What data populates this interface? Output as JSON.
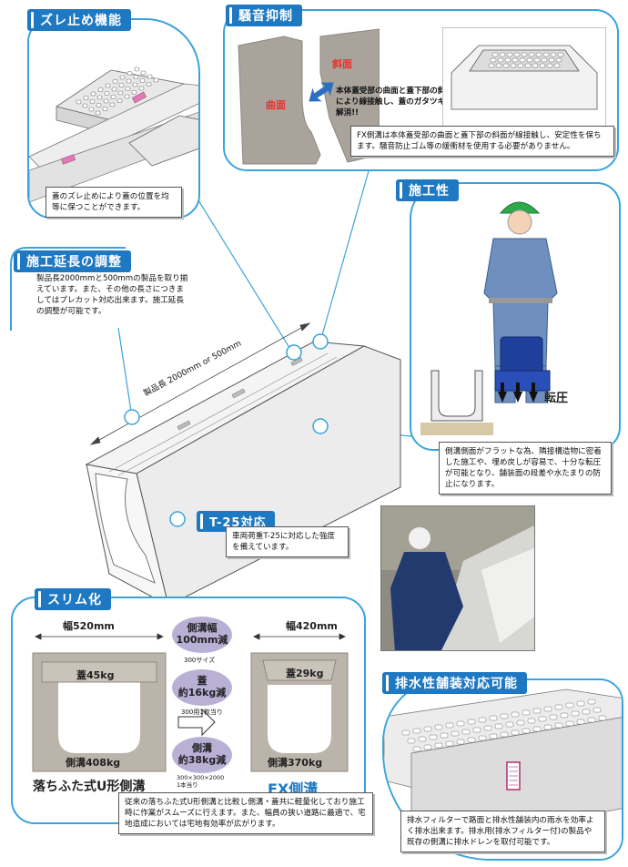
{
  "zure": {
    "title": "ズレ止め機能",
    "note": "蓋のズレ止めにより蓋の位置を均等に保つことができます。"
  },
  "souon": {
    "title": "騒音抑制",
    "label_curve": "曲面",
    "label_slope": "斜面",
    "desc": "本体蓋受部の曲面と蓋下部の斜面により線接触し、蓋のガタツキを解消!!",
    "note": "FX側溝は本体蓋受部の曲面と蓋下部の斜面が線接触し、安定性を保ちます。騒音防止ゴム等の緩衝材を使用する必要がありません。"
  },
  "enchou": {
    "title": "施工延長の調整",
    "note": "製品長2000mmと500mmの製品を取り揃えています。また、その他の長さにつきましてはプレカット対応出来ます。施工延長の調整が可能です。",
    "length_label": "製品長 2000mm or 500mm"
  },
  "sekou": {
    "title": "施工性",
    "press_label": "転圧",
    "note": "側溝側面がフラットな為、隣接構造物に密着した施工や、埋め戻しが容易で、十分な転圧が可能となり、舗装面の段差や水たまりの防止になります。"
  },
  "t25": {
    "title": "T-25対応",
    "note": "車両荷重T-25に対応した強度を備えています。"
  },
  "slim": {
    "title": "スリム化",
    "left": {
      "width": "幅520mm",
      "lid": "蓋45kg",
      "body": "側溝408kg",
      "name": "落ちふた式U形側溝"
    },
    "right": {
      "width": "幅420mm",
      "lid": "蓋29kg",
      "body": "側溝370kg",
      "name": "FX側溝"
    },
    "badges": [
      {
        "l1": "側溝幅",
        "l2": "100mm減",
        "sub": "300サイズ"
      },
      {
        "l1": "蓋",
        "l2": "約16kg減",
        "sub": "300用1枚当り"
      },
      {
        "l1": "側溝",
        "l2": "約38kg減",
        "sub": "300×300×2000\n1本当り"
      }
    ],
    "note": "従来の落ちふた式U形側溝と比較し側溝・蓋共に軽量化しており施工時に作業がスムーズに行えます。また、幅員の狭い道路に最適で、宅地造成においては宅地有効率が広がります。"
  },
  "haisui": {
    "title": "排水性舗装対応可能",
    "note": "排水フィルターで路面と排水性舗装内の雨水を効率よく排水出来ます。排水用(排水フィルター付)の製品や既存の側溝に排水ドレンを取付可能です。"
  },
  "colors": {
    "accent": "#1e78c2",
    "frame": "#3aa3dc",
    "curve_red": "#e8312a",
    "badge": "#b9b0d6"
  }
}
